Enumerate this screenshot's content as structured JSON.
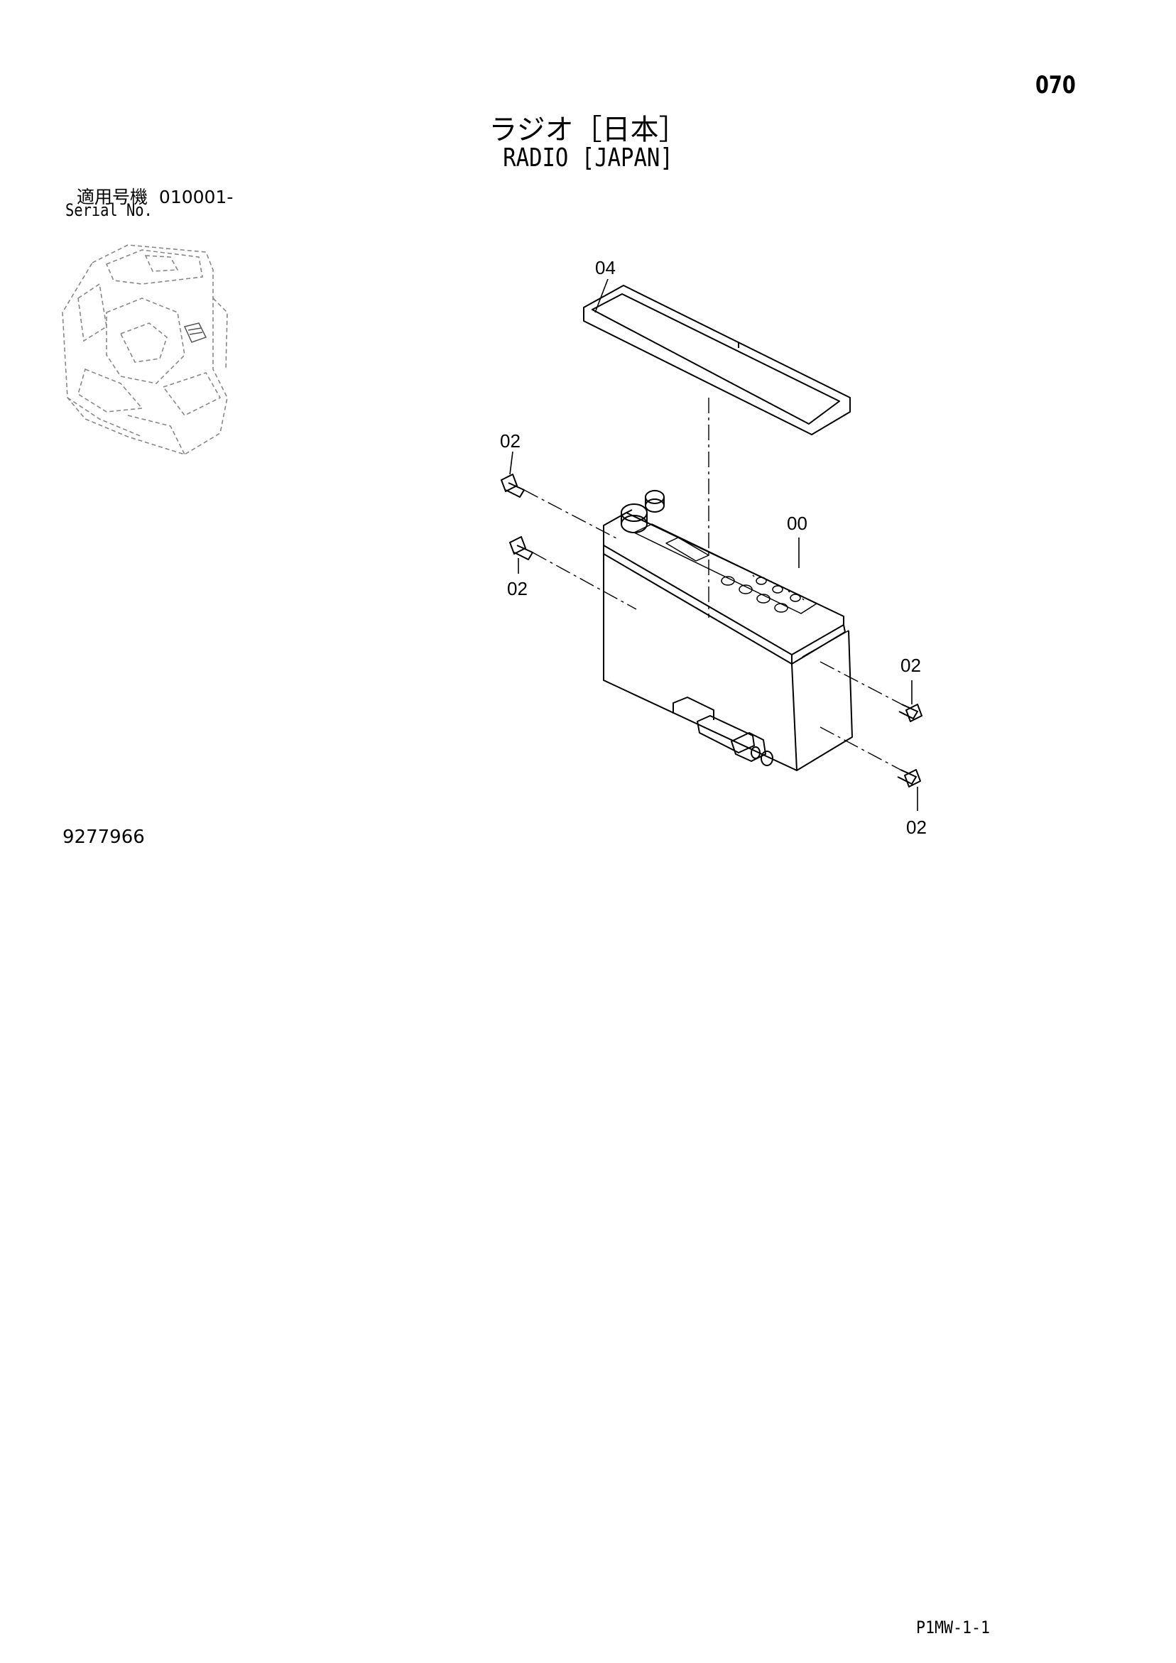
{
  "page_number": "070",
  "title_jp": "ラジオ［日本］",
  "title_en": "RADIO [JAPAN]",
  "serial": {
    "label_jp": "適用号機",
    "range": "010001-",
    "label_en": "Serial No."
  },
  "reference_number": "9277966",
  "footer_code": "P1MW-1-1",
  "callouts": {
    "gasket": "04",
    "radio": "00",
    "screw_left_top": "02",
    "screw_left_bottom": "02",
    "screw_right_top": "02",
    "screw_right_bottom": "02"
  }
}
